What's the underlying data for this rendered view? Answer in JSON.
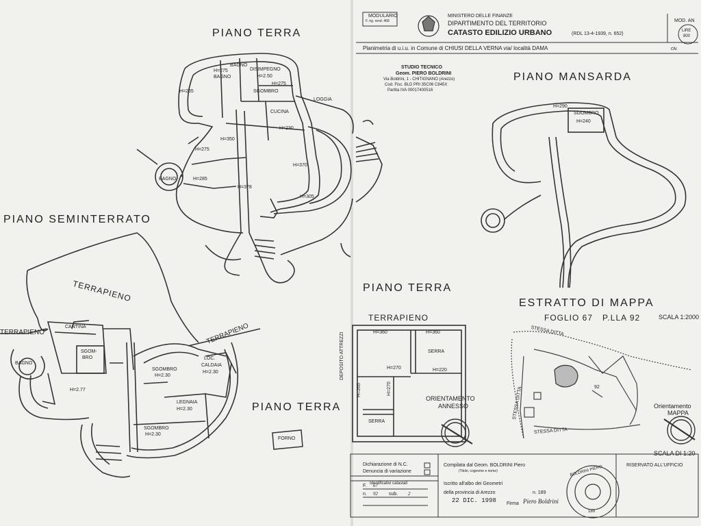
{
  "titles": {
    "piano_terra_top": "PIANO TERRA",
    "piano_seminterrato": "PIANO SEMINTERRATO",
    "piano_terra_lower": "PIANO TERRA",
    "piano_mansarda": "PIANO MANSARDA",
    "piano_terra_right": "PIANO TERRA",
    "estratto_mappa": "ESTRATTO DI MAPPA",
    "foglio": "FOGLIO 67",
    "plla": "P.LLA 92",
    "scala_top": "SCALA 1:2000",
    "orient_annesso_1": "ORIENTAMENTO",
    "orient_annesso_2": "ANNESSO",
    "orient_mappa_1": "Orientamento",
    "orient_mappa_2": "MAPPA",
    "scala_bottom": "SCALA DI 1:20",
    "terrapieno_right": "TERRAPIENO"
  },
  "header": {
    "modulario_1": "MODULARIO",
    "modulario_2": "F. rig. rend. 468",
    "ministero": "MINISTERO DELLE FINANZE",
    "dipartimento": "DIPARTIMENTO DEL TERRITORIO",
    "catasto": "CATASTO EDILIZIO URBANO",
    "rdl": "(RDL 13-4-1939, n. 652)",
    "mod": "MOD. AN",
    "lire_1": "LIRE",
    "lire_2": "800",
    "planimetria": "Planimetria di u.i.u. in Comune di CHIUSI  DELLA  VERNA  via/  località   DAMA",
    "civ": "civ."
  },
  "studio": {
    "line1": "STUDIO TECNICO",
    "line2": "Geom. PIERO BOLDRINI",
    "line3": "Via Boldrini, 1 - CHITIGNANO (Arezzo)",
    "line4": "Cod. Fisc. BLD PRI 35C06 C845X",
    "line5": "Partita IVA 00017400516"
  },
  "rooms_top": {
    "bagno1": "BAGNO",
    "disimpegno": "DISIMPEGNO",
    "h250": "H=2.50",
    "h275a": "H=275",
    "bagno2": "BAGNO",
    "sgombro": "SGOMBRO",
    "h275b": "H=275",
    "cucina": "CUCINA",
    "h230": "H=230",
    "loggia": "LOGGIA",
    "h265": "H=265",
    "h275c": "H=275",
    "h350": "H=350",
    "h370": "H=370",
    "bagno3": "BAGNO",
    "h285": "H=285",
    "h378": "H=378",
    "h305": "H=305"
  },
  "rooms_semi": {
    "terrapieno_top": "TERRAPIENO",
    "terrapieno_left": "TERRAPIENO",
    "terrapieno_right": "TERRAPIENO",
    "cantina": "CANTINA",
    "sgombro1": "SGOM-",
    "sgombro1b": "BRO",
    "bagno": "BAGNO",
    "h277": "H=2.77",
    "sgombro2": "SGOMBRO",
    "h230a": "H=2.30",
    "loc": "LOC.",
    "caldaia": "CALDAIA",
    "h230b": "H=2.30",
    "legnaia": "LEGNAIA",
    "h230c": "H=2.30",
    "sgombro3": "SGOMBRO",
    "h230d": "H=2.30",
    "forno": "FORNO"
  },
  "rooms_mansarda": {
    "h290": "H=290",
    "sgombro": "SGOMBRO",
    "h240": "H=240"
  },
  "annesso": {
    "h360a": "H=360",
    "h360b": "H=360",
    "serra1": "SERRA",
    "h270": "H=270",
    "h220": "H=220",
    "deposito": "DEPOSITO  ATTREZZI",
    "h265": "H=265",
    "h270b": "H=270",
    "serra2": "SERRA"
  },
  "mappa": {
    "stessa_ditta_1": "STESSA  DITTA",
    "stessa_ditta_2": "STESSA DITTA",
    "stessa_ditta_3": "STESSA   DITTA",
    "p92": "92"
  },
  "footer": {
    "dichiarazione": "Dichiarazione di N.C.",
    "denuncia": "Denuncia di variazione",
    "identificativi": "Identificativi catastali",
    "f_label": "F.",
    "f_val": "67",
    "n_label": "n.",
    "n_val": "92",
    "sub_label": "sub.",
    "sub_val": "2",
    "compilata": "Compilata dal Geom.  BOLDRINI  Piero",
    "titolo": "(Titolo, cognome e nome)",
    "iscritto": "Iscritto all'albo dei  Geometri",
    "provincia": "della provincia di  Arezzo",
    "n_albo": "n.  189",
    "data": "22 DIC. 1998",
    "firma_label": "Firma",
    "firma": "Piero Boldrini",
    "riservato": "RISERVATO ALL'UFFICIO",
    "stamp_ring": "BOLDRINI  PIERO",
    "stamp_num": "189"
  }
}
